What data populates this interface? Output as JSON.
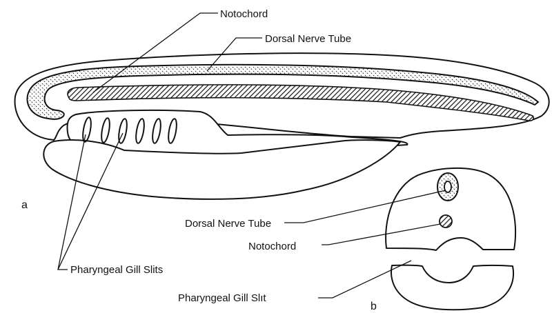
{
  "figure": {
    "panel_a_letter": "a",
    "panel_b_letter": "b",
    "panel_a": {
      "notochord_label": "Notochord",
      "nerve_tube_label": "Dorsal Nerve Tube",
      "gill_slits_label": "Pharyngeal Gill Slits"
    },
    "panel_b": {
      "nerve_tube_label": "Dorsal Nerve Tube",
      "notochord_label": "Notochord",
      "gill_slit_label": "Pharyngeal Gill Slıt"
    }
  }
}
